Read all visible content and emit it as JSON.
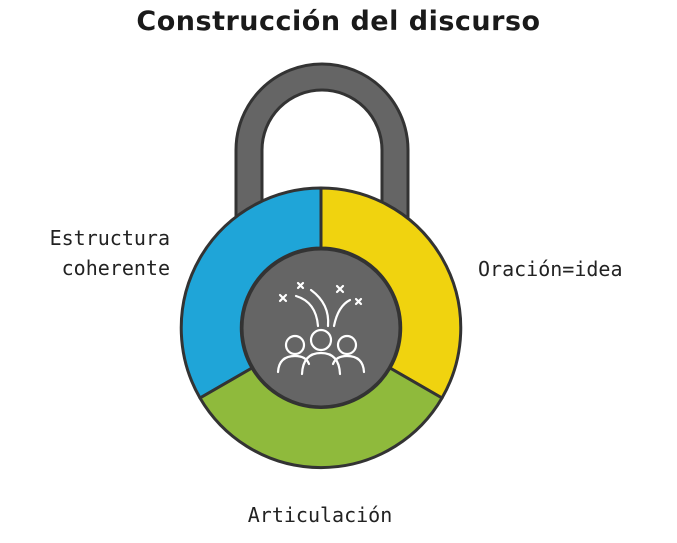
{
  "title": "Construcción del discurso",
  "segments": [
    {
      "label_lines": [
        "Estructura",
        "coherente"
      ],
      "color": "#1fa5d8"
    },
    {
      "label_lines": [
        "Oración=idea"
      ],
      "color": "#f0d30f"
    },
    {
      "label_lines": [
        "Articulación"
      ],
      "color": "#8fba3c"
    }
  ],
  "colors": {
    "shackle": "#656565",
    "center": "#656565",
    "outline": "#333333",
    "icon": "#ffffff"
  },
  "center_icon": "people-celebration-icon"
}
